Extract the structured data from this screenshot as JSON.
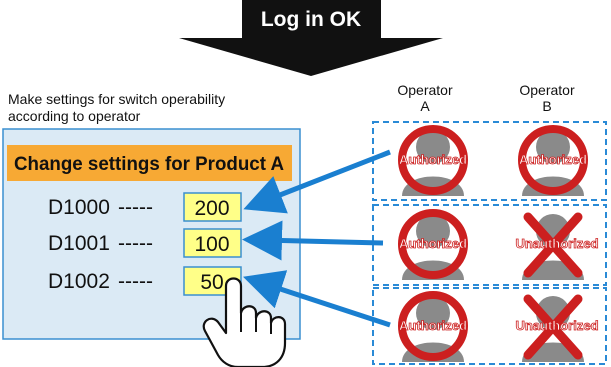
{
  "banner": {
    "text": "Log in OK"
  },
  "caption": {
    "line1": "Make settings for switch operability",
    "line2": "according to operator"
  },
  "panel": {
    "title": "Change settings for Product A",
    "rows": [
      {
        "register": "D1000",
        "leader": "-----",
        "value": "200"
      },
      {
        "register": "D1001",
        "leader": "-----",
        "value": "100"
      },
      {
        "register": "D1002",
        "leader": "-----",
        "value": "50"
      }
    ]
  },
  "operators": [
    {
      "line1": "Operator",
      "line2": "A"
    },
    {
      "line1": "Operator",
      "line2": "B"
    }
  ],
  "permissions": [
    {
      "a": "Authorized",
      "b": "Authorized",
      "b_status": "allowed"
    },
    {
      "a": "Authorized",
      "b": "Unauthorized",
      "b_status": "denied"
    },
    {
      "a": "Authorized",
      "b": "Unauthorized",
      "b_status": "denied"
    }
  ],
  "colors": {
    "banner": "#111111",
    "panel_bg": "#dbeaf5",
    "panel_border": "#3a8fd0",
    "title_bg": "#f7a934",
    "value_bg": "#ffff88",
    "arrow": "#1a7fd0",
    "dashed": "#2a8ad6",
    "deny": "#cc1f1f",
    "person": "#8a8a8a"
  }
}
